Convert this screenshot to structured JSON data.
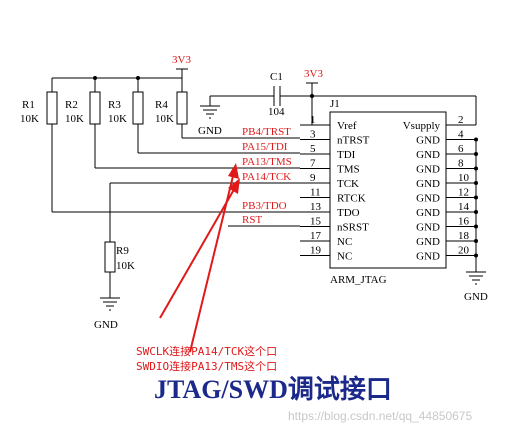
{
  "supply_label": "3V3",
  "gnd_label": "GND",
  "resistors": [
    {
      "ref": "R1",
      "value": "10K"
    },
    {
      "ref": "R2",
      "value": "10K"
    },
    {
      "ref": "R3",
      "value": "10K"
    },
    {
      "ref": "R4",
      "value": "10K"
    },
    {
      "ref": "R9",
      "value": "10K"
    }
  ],
  "capacitor": {
    "ref": "C1",
    "value": "104"
  },
  "connector": {
    "ref": "J1",
    "name": "ARM_JTAG",
    "left_pins": [
      {
        "num": "1",
        "name": "Vref"
      },
      {
        "num": "3",
        "name": "nTRST"
      },
      {
        "num": "5",
        "name": "TDI"
      },
      {
        "num": "7",
        "name": "TMS"
      },
      {
        "num": "9",
        "name": "TCK"
      },
      {
        "num": "11",
        "name": "RTCK"
      },
      {
        "num": "13",
        "name": "TDO"
      },
      {
        "num": "15",
        "name": "nSRST"
      },
      {
        "num": "17",
        "name": "NC"
      },
      {
        "num": "19",
        "name": "NC"
      }
    ],
    "right_pins": [
      {
        "num": "2",
        "name": "Vsupply"
      },
      {
        "num": "4",
        "name": "GND"
      },
      {
        "num": "6",
        "name": "GND"
      },
      {
        "num": "8",
        "name": "GND"
      },
      {
        "num": "10",
        "name": "GND"
      },
      {
        "num": "12",
        "name": "GND"
      },
      {
        "num": "14",
        "name": "GND"
      },
      {
        "num": "16",
        "name": "GND"
      },
      {
        "num": "18",
        "name": "GND"
      },
      {
        "num": "20",
        "name": "GND"
      }
    ]
  },
  "net_labels": [
    "PB4/TRST",
    "PA15/TDI",
    "PA13/TMS",
    "PA14/TCK",
    "PB3/TDO",
    "RST"
  ],
  "annotations": [
    "SWCLK连接PA14/TCK这个口",
    "SWDIO连接PA13/TMS这个口"
  ],
  "title": "JTAG/SWD调试接口",
  "watermark": "https://blog.csdn.net/qq_44850675",
  "colors": {
    "annotation": "#e0191a",
    "title": "#1b2a8a",
    "wire": "#000000"
  }
}
